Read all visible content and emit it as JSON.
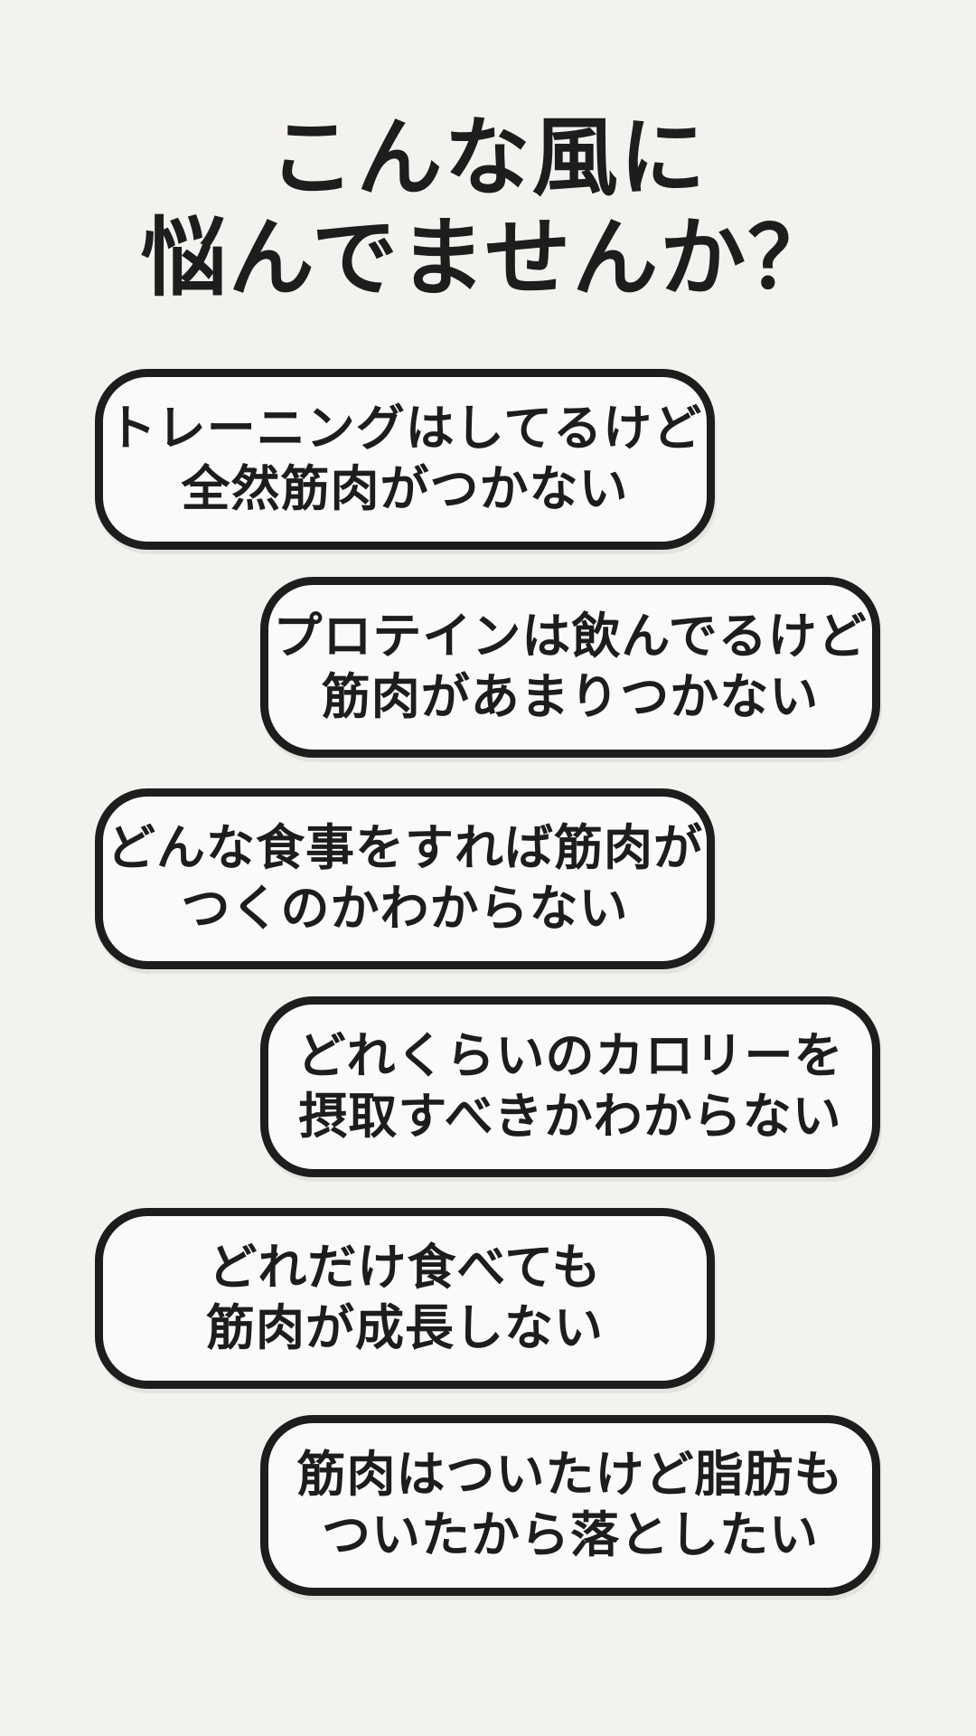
{
  "colors": {
    "background": "#f4f2ef",
    "bubble_fill": "#fbfaf8",
    "ink": "#1d1d1d"
  },
  "title": "こんな風に\n悩んでませんか？",
  "worries": [
    {
      "text": "トレーニングはしてるけど\n全然筋肉がつかない",
      "align": "left"
    },
    {
      "text": "プロテインは飲んでるけど\n筋肉があまりつかない",
      "align": "right"
    },
    {
      "text": "どんな食事をすれば筋肉が\nつくのかわからない",
      "align": "left"
    },
    {
      "text": "どれくらいのカロリーを\n摂取すべきかわからない",
      "align": "right"
    },
    {
      "text": "どれだけ食べても\n筋肉が成長しない",
      "align": "left"
    },
    {
      "text": "筋肉はついたけど脂肪も\nついたから落としたい",
      "align": "right"
    }
  ]
}
